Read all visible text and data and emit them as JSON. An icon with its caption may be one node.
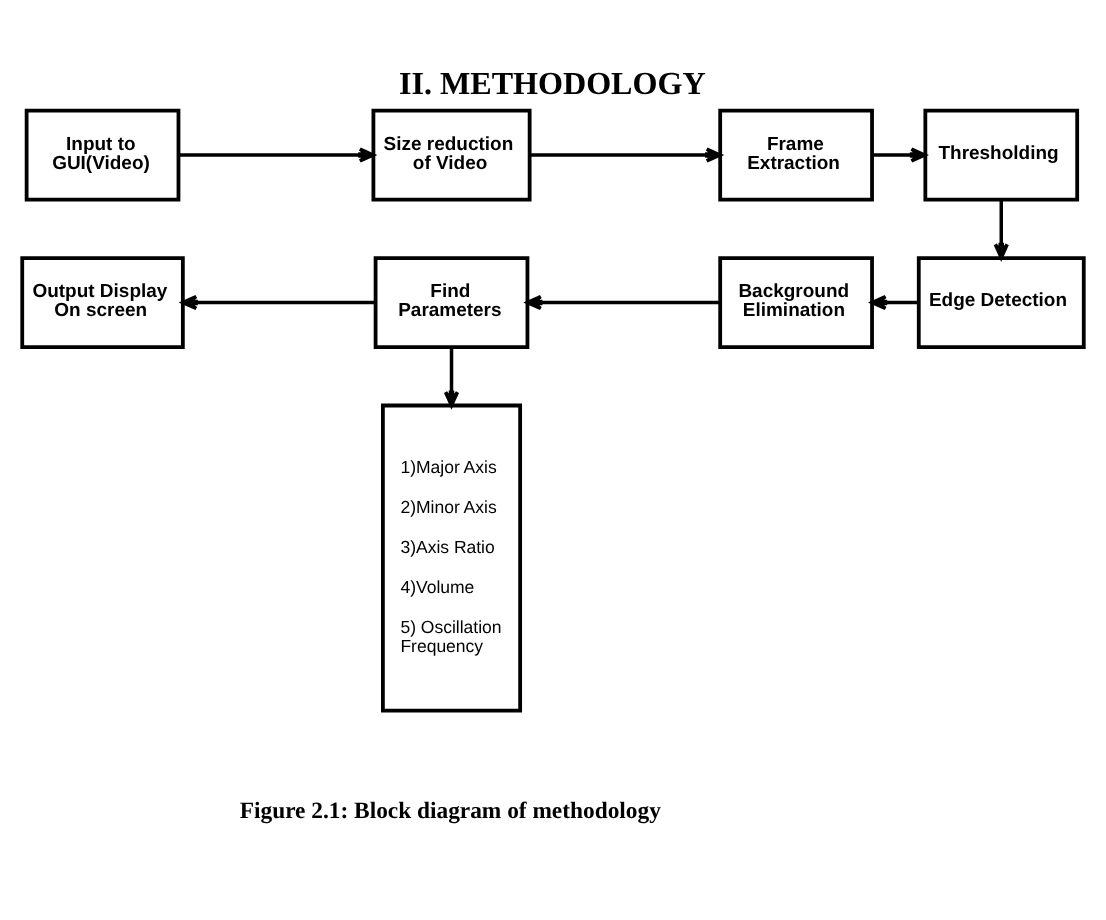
{
  "diagram": {
    "title": "II. METHODOLOGY",
    "caption": "Figure 2.1: Block diagram of methodology",
    "nodes": [
      {
        "text": [
          "Input to GUI(Video)"
        ]
      },
      {
        "text": [
          "Size reduction of Video"
        ]
      },
      {
        "text": [
          "Frame Extraction"
        ]
      },
      {
        "text": [
          "Thresholding"
        ]
      },
      {
        "text": [
          "Output Display On screen"
        ]
      },
      {
        "text": [
          "Find Parameters"
        ]
      },
      {
        "text": [
          "Background Elimination"
        ]
      },
      {
        "text": [
          "Edge Detection"
        ]
      },
      {
        "text": [
          "1)Major Axis",
          "2)Minor Axis",
          "3)Axis Ratio",
          "4)Volume",
          "5) Oscillation Frequency"
        ]
      }
    ],
    "edges": [
      {
        "from": 0,
        "to": 1,
        "arrow": "to"
      },
      {
        "from": 1,
        "to": 2,
        "arrow": "to"
      },
      {
        "from": 2,
        "to": 3,
        "arrow": "to"
      },
      {
        "from": 3,
        "to": 7,
        "arrow": "to"
      },
      {
        "from": 7,
        "to": 6,
        "arrow": "to"
      },
      {
        "from": 6,
        "to": 5,
        "arrow": "to"
      },
      {
        "from": 5,
        "to": 4,
        "arrow": "to"
      },
      {
        "from": 5,
        "to": 8,
        "arrow": "to"
      }
    ]
  }
}
